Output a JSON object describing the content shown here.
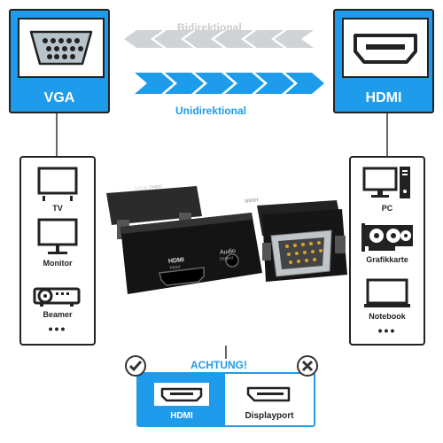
{
  "left": {
    "port": "VGA",
    "devices": [
      {
        "label": "TV",
        "icon": "tv-icon"
      },
      {
        "label": "Monitor",
        "icon": "monitor-icon"
      },
      {
        "label": "Beamer",
        "icon": "projector-icon"
      }
    ],
    "more": "•••"
  },
  "right": {
    "port": "HDMI",
    "devices": [
      {
        "label": "PC",
        "icon": "pc-icon"
      },
      {
        "label": "Grafikkarte",
        "icon": "graphics-card-icon"
      },
      {
        "label": "Notebook",
        "icon": "laptop-icon"
      }
    ],
    "more": "•••"
  },
  "arrows": {
    "top_label": "Bidirektional",
    "bottom_label": "Unidirektional"
  },
  "adapter": {
    "vga_text": "VGA",
    "vga_sub": "Output",
    "hdmi_text": "HDMI",
    "hdmi_sub": "Input",
    "audio_text": "Audio",
    "audio_sub": "Output",
    "mark_text": "HDMI"
  },
  "warning": {
    "title": "ACHTUNG!",
    "ok_label": "HDMI",
    "bad_label": "Displayport"
  },
  "colors": {
    "blue": "#1e9bea",
    "grey_arrow": "#cccccc",
    "dark": "#222222"
  }
}
